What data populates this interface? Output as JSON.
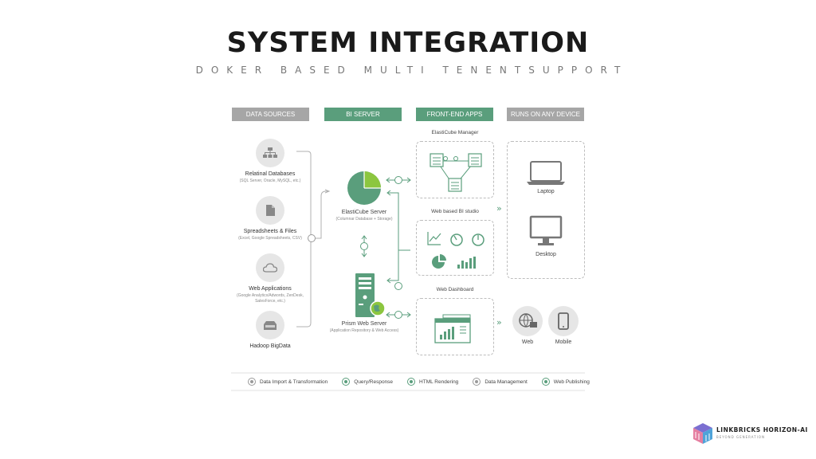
{
  "header": {
    "title": "SYSTEM INTEGRATION",
    "subtitle": "DOKER BASED MULTI TENENTSUPPORT"
  },
  "columns": {
    "data_sources": "DATA SOURCES",
    "bi_server": "BI SERVER",
    "front_end_apps": "FRONT-END APPS",
    "runs_on_any_device": "RUNS ON ANY DEVICE"
  },
  "data_sources": [
    {
      "label": "Relatinal Databases",
      "sub": "(SQL Server, Oracle, MySQL, etc.)",
      "icon": "database-hierarchy-icon"
    },
    {
      "label": "Spreadsheets & Files",
      "sub": "(Excel, Google Spreadsheets, CSV)",
      "icon": "file-icon"
    },
    {
      "label": "Web Applications",
      "sub": "(Google Analytics/Adwords, ZenDesk, SalesForce, etc.)",
      "icon": "cloud-icon"
    },
    {
      "label": "Hadoop BigData",
      "sub": "",
      "icon": "tray-icon"
    }
  ],
  "bi_server": {
    "elasticube": {
      "label": "ElastiCube Server",
      "sub": "(Columnar Database + Storage)"
    },
    "prism": {
      "label": "Prism Web Server",
      "sub": "(Application Repository & Web Access)"
    }
  },
  "front_end": {
    "manager": "ElastiCube Manager",
    "bi_studio": "Web based BI studio",
    "dashboard": "Web Dashboard"
  },
  "devices": {
    "laptop": "Laptop",
    "desktop": "Desktop",
    "web": "Web",
    "mobile": "Mobile"
  },
  "legend": [
    {
      "label": "Data Import & Transformation",
      "color": "#9a9a9a"
    },
    {
      "label": "Query/Response",
      "color": "#5a9e7c"
    },
    {
      "label": "HTML Rendering",
      "color": "#5a9e7c"
    },
    {
      "label": "Data Management",
      "color": "#9a9a9a"
    },
    {
      "label": "Web Publishing",
      "color": "#5a9e7c"
    }
  ],
  "brand": {
    "name": "LINKBRICKS HORIZON-AI",
    "tagline": "BEYOND GENERATION"
  },
  "colors": {
    "green": "#5a9e7c",
    "lime": "#8cc63f",
    "grey": "#a6a6a6"
  }
}
